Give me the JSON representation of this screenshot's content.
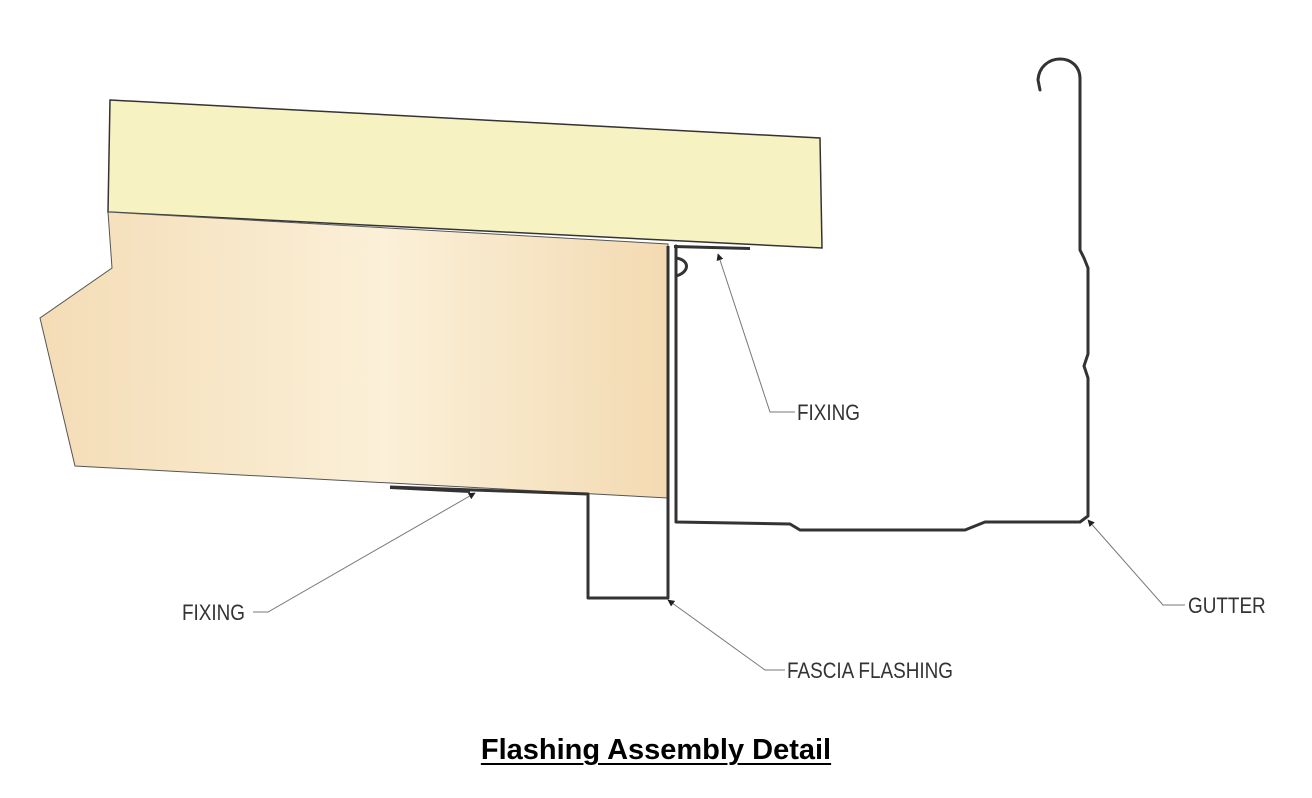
{
  "caption": "Flashing Assembly Detail",
  "labels": {
    "fixing_top": "FIXING",
    "fixing_bottom": "FIXING",
    "fascia_flashing": "FASCIA FLASHING",
    "gutter": "GUTTER"
  },
  "colors": {
    "panel_top_fill": "#f7f2c2",
    "panel_core_fill": "#f6e2c0",
    "line": "#333333",
    "leader": "#777777"
  }
}
